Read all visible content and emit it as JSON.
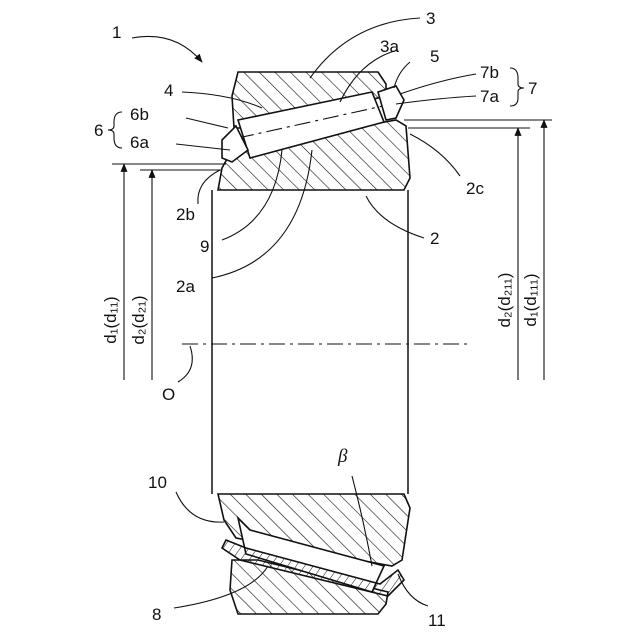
{
  "labels": {
    "l1": "1",
    "l2": "2",
    "l2a": "2a",
    "l2b": "2b",
    "l2c": "2c",
    "l3": "3",
    "l3a": "3a",
    "l4": "4",
    "l5": "5",
    "l6": "6",
    "l6a": "6a",
    "l6b": "6b",
    "l7": "7",
    "l7a": "7a",
    "l7b": "7b",
    "l8": "8",
    "l9": "9",
    "l10": "10",
    "l11": "11",
    "lO": "O",
    "beta": "β",
    "d1_left": "d₁(d₁₁)",
    "d2_left": "d₂(d₂₁)",
    "d2_right": "d₂(d₂₁₁)",
    "d1_right": "d₁(d₁₁₁)"
  }
}
